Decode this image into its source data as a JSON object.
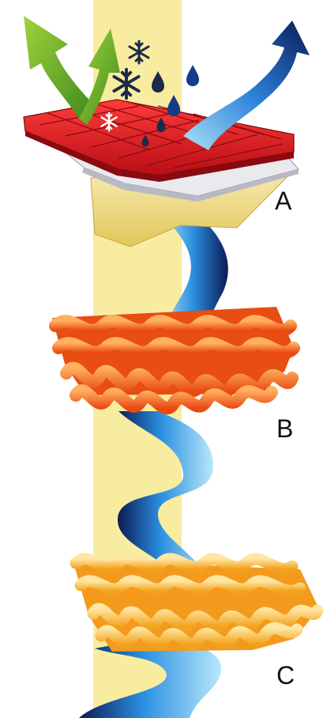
{
  "labels": {
    "a": "A",
    "b": "B",
    "c": "C"
  },
  "colors": {
    "band": "#f7eca0",
    "outer_shell": "#e0161e",
    "membrane": "#e9e9ee",
    "foam": "#f4df7a",
    "mid_knit": "#f5701f",
    "base_knit": "#f9b73a",
    "moisture_light": "#9fdcf6",
    "moisture_mid": "#2b8fe0",
    "moisture_dark": "#0c1a55",
    "air_arrow": "#7fbf2a",
    "snow": "#1c2a4a"
  },
  "icons": [
    "snowflake-icon",
    "water-drop-icon",
    "air-flow-arrow-icon",
    "moisture-vapor-arrow-icon"
  ]
}
